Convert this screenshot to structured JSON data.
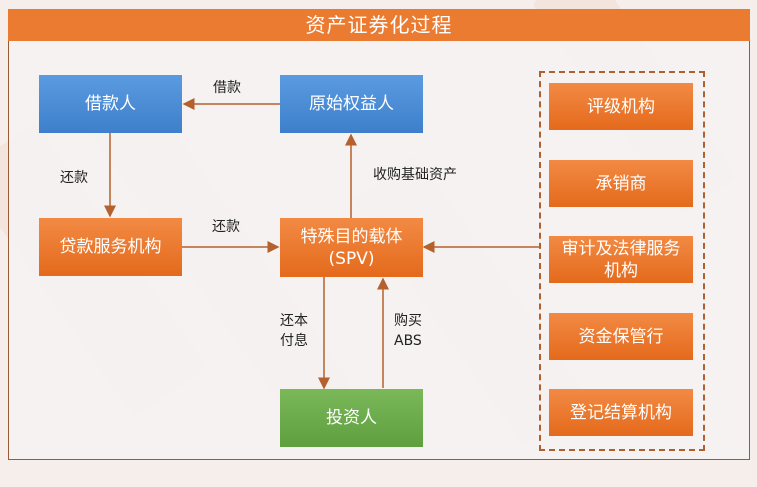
{
  "title": "资产证券化过程",
  "nodes": {
    "borrower": "借款人",
    "originator": "原始权益人",
    "servicer": "贷款服务机构",
    "spv_line1": "特殊目的载体",
    "spv_line2": "(SPV)",
    "investor": "投资人"
  },
  "participants": [
    {
      "label": "评级机构"
    },
    {
      "label": "承销商"
    },
    {
      "label": "审计及法律服务机构"
    },
    {
      "label": "资金保管行"
    },
    {
      "label": "登记结算机构"
    }
  ],
  "edges": {
    "loan": "借款",
    "repay_borrower": "还款",
    "repay_servicer": "还款",
    "acquire_assets": "收购基础资产",
    "principal_interest_line1": "还本",
    "principal_interest_line2": "付息",
    "buy_abs_line1": "购买",
    "buy_abs_line2": "ABS"
  },
  "colors": {
    "title_bg": "#ec7b32",
    "blue_node": "#4a8bd6",
    "orange_node": "#ec7b32",
    "green_node": "#6aab4a",
    "arrow": "#b5612d",
    "frame_border": "#9a5a35"
  }
}
